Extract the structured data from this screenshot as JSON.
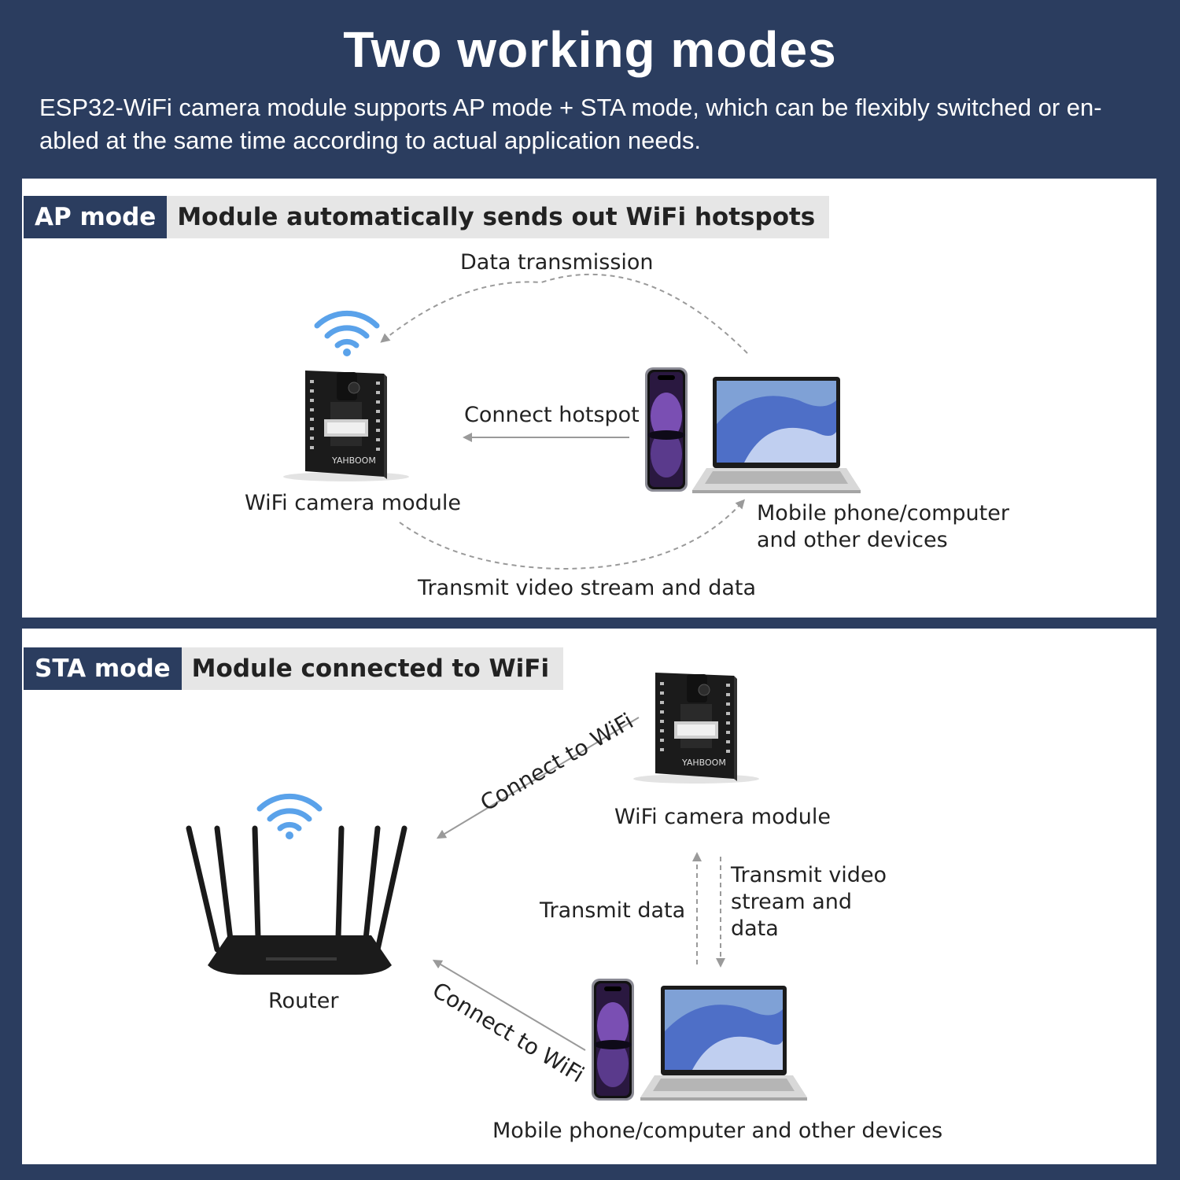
{
  "header": {
    "title": "Two working modes",
    "subtitle": "ESP32-WiFi camera module supports AP mode + STA mode, which can be flexibly switched or en-abled at the same time according to actual application needs."
  },
  "ap_mode": {
    "tag": "AP mode",
    "description": "Module automatically sends out WiFi hotspots",
    "data_transmission": "Data transmission",
    "connect_hotspot": "Connect hotspot",
    "module_label": "WiFi camera module",
    "devices_label_line1": "Mobile phone/computer",
    "devices_label_line2": "and other devices",
    "transmit_label": "Transmit video stream and data",
    "board_brand": "YAHBOOM"
  },
  "sta_mode": {
    "tag": "STA mode",
    "description": "Module connected to WiFi",
    "connect_wifi_top": "Connect to WiFi",
    "connect_wifi_bottom": "Connect to WiFi",
    "module_label": "WiFi camera module",
    "router_label": "Router",
    "transmit_data": "Transmit data",
    "transmit_video_line1": "Transmit video",
    "transmit_video_line2": "stream and",
    "transmit_video_line3": "data",
    "devices_label": "Mobile phone/computer and other devices",
    "board_brand": "YAHBOOM"
  },
  "colors": {
    "background": "#2b3d5f",
    "panel": "#ffffff",
    "tag_light": "#e6e6e6",
    "wifi_icon": "#5aa2ea",
    "arrow": "#9a9a9a"
  }
}
